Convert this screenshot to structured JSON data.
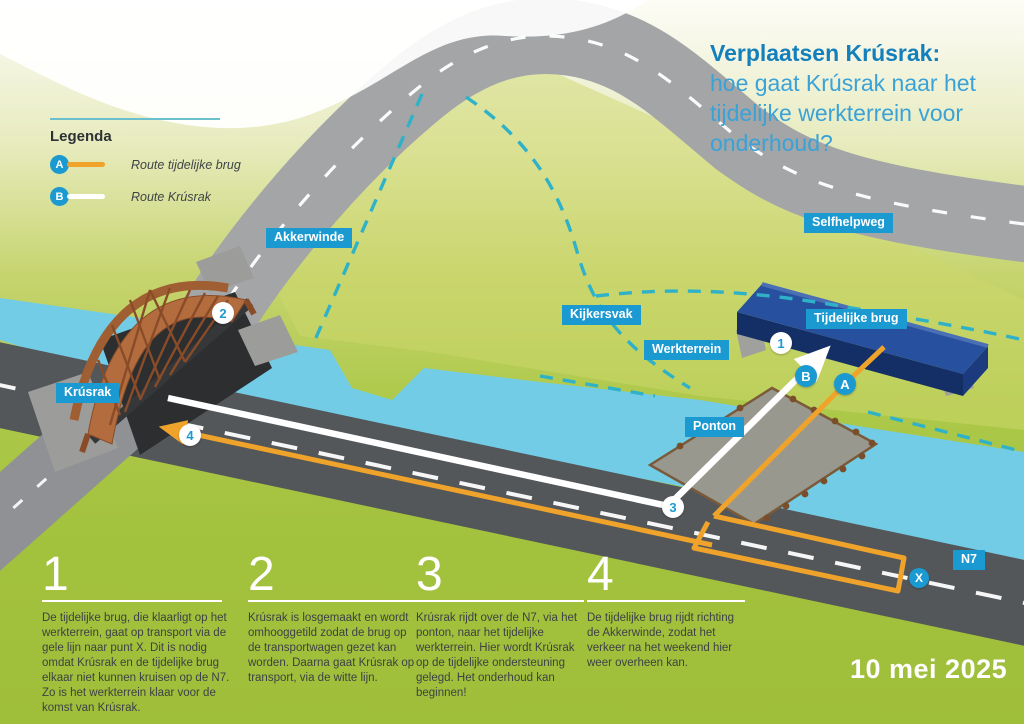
{
  "title": {
    "bold": "Verplaatsen Krúsrak:",
    "rest": "hoe gaat Krúsrak naar het tijdelijke werkterrein voor onderhoud?"
  },
  "legend": {
    "heading": "Legenda",
    "items": [
      {
        "marker": "A",
        "label": "Route tijdelijke brug",
        "line_color": "#f0a32b"
      },
      {
        "marker": "B",
        "label": "Route Krúsrak",
        "line_color": "#ffffff"
      }
    ]
  },
  "map_labels": [
    {
      "id": "akkerwinde",
      "text": "Akkerwinde"
    },
    {
      "id": "selfhelpweg",
      "text": "Selfhelpweg"
    },
    {
      "id": "kijkersvak",
      "text": "Kijkersvak"
    },
    {
      "id": "werkterrein",
      "text": "Werkterrein"
    },
    {
      "id": "tijdelijke-brug",
      "text": "Tijdelijke brug"
    },
    {
      "id": "ponton",
      "text": "Ponton"
    },
    {
      "id": "krusrak",
      "text": "Krúsrak"
    },
    {
      "id": "n7",
      "text": "N7"
    }
  ],
  "markers": {
    "step1": "1",
    "step2": "2",
    "step3": "3",
    "step4": "4",
    "route_a": "A",
    "route_b": "B",
    "point_x": "X"
  },
  "steps": [
    {
      "number": "1",
      "text": "De tijdelijke brug, die klaarligt op het werkterrein, gaat op transport via de gele lijn naar punt X. Dit is nodig omdat Krúsrak en de tijdelijke brug elkaar niet kunnen kruisen op de N7. Zo is het werkterrein klaar voor de komst van Krúsrak."
    },
    {
      "number": "2",
      "text": "Krúsrak is losgemaakt en wordt omhooggetild zodat de brug op de transportwagen gezet kan worden. Daarna gaat Krúsrak op transport, via de witte lijn."
    },
    {
      "number": "3",
      "text": "Krúsrak rijdt over de N7, via het ponton, naar het tijdelijke werkterrein. Hier wordt Krúsrak op de tijdelijke ondersteuning gelegd. Het onderhoud kan beginnen!"
    },
    {
      "number": "4",
      "text": "De tijdelijke brug rijdt richting de Akkerwinde, zodat het verkeer na het weekend hier weer overheen kan."
    }
  ],
  "date": "10 mei 2025",
  "colors": {
    "label_blue": "#1b9ad2",
    "title_dark_blue": "#1480bb",
    "title_light_blue": "#3aa2d6",
    "route_a_orange": "#f0a32b",
    "route_b_white": "#ffffff",
    "boundary_teal": "#2fb2c8",
    "water": "#72cce6",
    "road_light": "#a3a5a7",
    "road_n7": "#54575a",
    "bridge_brown": "#b26c3e",
    "temp_bridge_blue": "#27509e",
    "grass_green": "#9fbe3a"
  }
}
